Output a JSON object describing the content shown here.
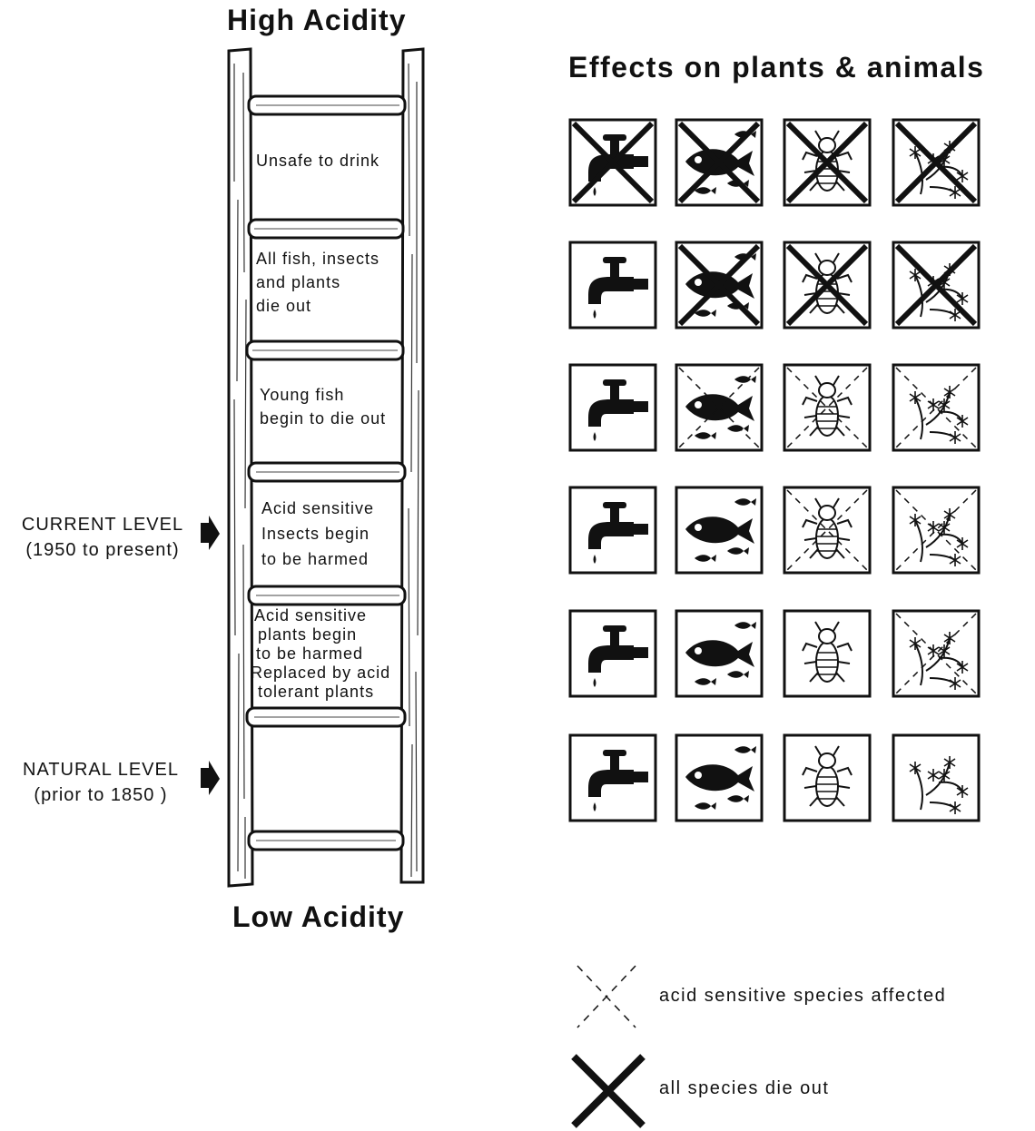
{
  "titles": {
    "top": "High Acidity",
    "bottom": "Low Acidity",
    "effects": "Effects on plants & animals"
  },
  "ladder_rungs": [
    {
      "lines": [
        "Unsafe to drink"
      ]
    },
    {
      "lines": [
        "All fish, insects",
        "and plants",
        "die out"
      ]
    },
    {
      "lines": [
        "Young fish",
        "begin to die out"
      ]
    },
    {
      "lines": [
        "Acid sensitive",
        "Insects begin",
        "to be harmed"
      ]
    },
    {
      "lines": [
        "Acid sensitive",
        "plants begin",
        "to be harmed",
        "Replaced by acid",
        "tolerant plants"
      ]
    }
  ],
  "levels": {
    "current": {
      "line1": "CURRENT LEVEL",
      "line2": "(1950 to present)"
    },
    "natural": {
      "line1": "NATURAL LEVEL",
      "line2": "(prior to 1850 )"
    }
  },
  "effects_grid": {
    "columns": [
      "tap-icon",
      "fish-icon",
      "insect-icon",
      "plant-icon"
    ],
    "rows": [
      [
        "solid",
        "solid",
        "solid",
        "solid"
      ],
      [
        "none",
        "solid",
        "solid",
        "solid"
      ],
      [
        "none",
        "dashed",
        "dashed",
        "dashed"
      ],
      [
        "none",
        "none",
        "dashed",
        "dashed"
      ],
      [
        "none",
        "none",
        "none",
        "dashed"
      ],
      [
        "none",
        "none",
        "none",
        "none"
      ]
    ]
  },
  "legend": {
    "dashed": "acid sensitive species affected",
    "solid": "all species die out"
  },
  "colors": {
    "ink": "#111111",
    "paper": "#ffffff"
  }
}
